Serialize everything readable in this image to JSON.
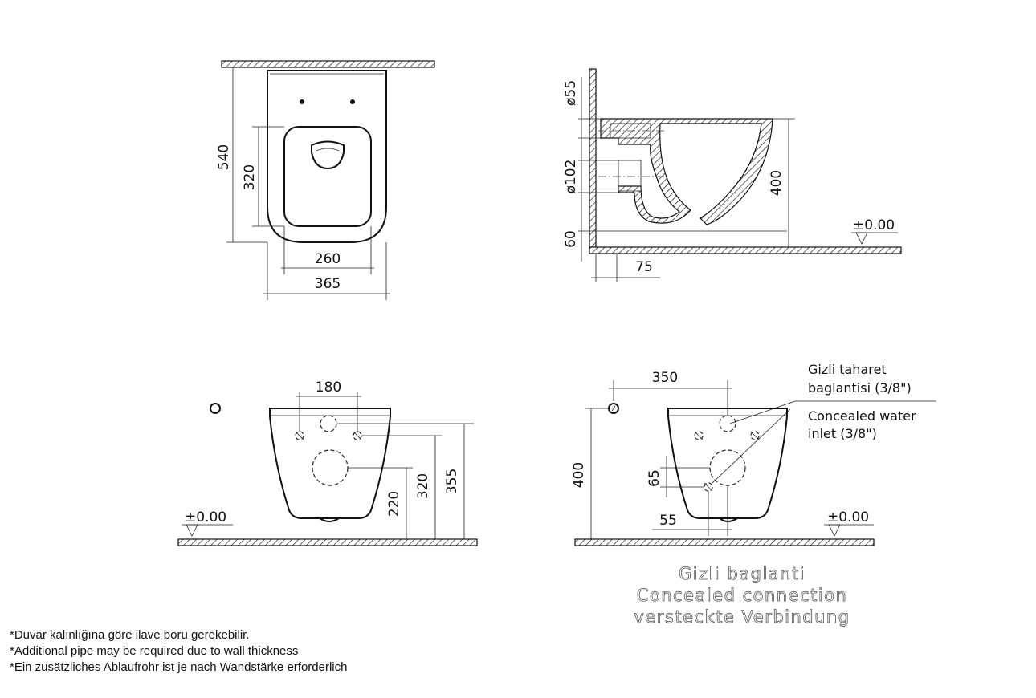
{
  "top_view": {
    "dim_depth": "540",
    "dim_seat": "320",
    "dim_inner_width": "260",
    "dim_outer_width": "365"
  },
  "side_view": {
    "dim_pipe_top": "ø55",
    "dim_outlet": "ø102",
    "dim_offset": "60",
    "dim_height": "400",
    "dim_wall_gap": "75",
    "level": "±0.00"
  },
  "front_view": {
    "dim_fix_spacing": "180",
    "dim_outlet_height": "220",
    "dim_fix_height": "320",
    "dim_top_height": "355",
    "level": "±0.00"
  },
  "rear_view": {
    "dim_inlet_offset": "350",
    "dim_height": "400",
    "dim_small_vertical": "65",
    "dim_small_horizontal": "55",
    "level": "±0.00",
    "callout_tr_line1": "Gizli taharet",
    "callout_tr_line2": "baglantisi (3/8\")",
    "callout_en_line1": "Concealed water",
    "callout_en_line2": "inlet (3/8\")"
  },
  "caption": {
    "line_tr": "Gizli baglanti",
    "line_en": "Concealed connection",
    "line_de": "versteckte Verbindung"
  },
  "notes": {
    "line_tr": "*Duvar kalınlığına göre ilave boru gerekebilir.",
    "line_en": "*Additional pipe may be required due to wall thickness",
    "line_de": "*Ein zusätzliches Ablaufrohr ist je nach Wandstärke erforderlich"
  }
}
